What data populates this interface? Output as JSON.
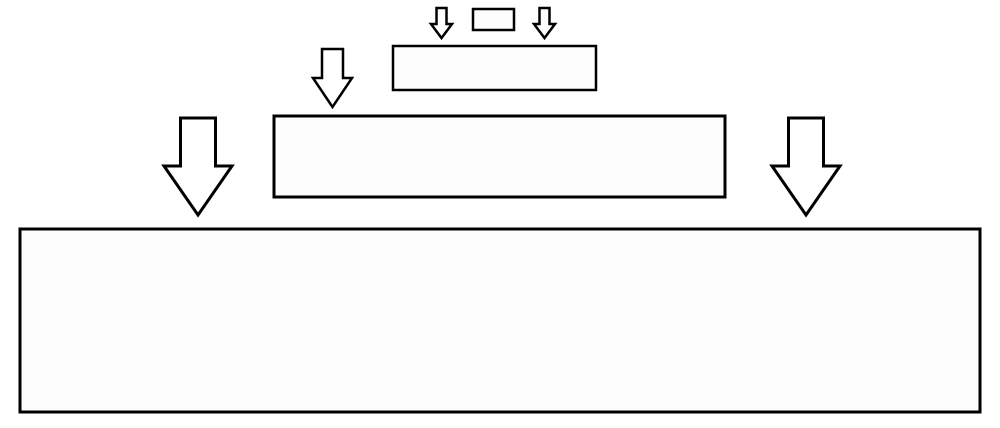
{
  "diagram": {
    "stroke_color": "#000000",
    "box_fill": "#fdfdfd",
    "arrow_fill": "#ffffff",
    "boxes": [
      "tier-1",
      "tier-2",
      "tier-3",
      "tier-4"
    ],
    "arrows": [
      {
        "icon": "down-arrow-icon",
        "target": "tier-2"
      },
      {
        "icon": "down-arrow-icon",
        "target": "tier-2"
      },
      {
        "icon": "down-arrow-icon",
        "target": "tier-3"
      },
      {
        "icon": "down-arrow-icon",
        "target": "tier-4"
      },
      {
        "icon": "down-arrow-icon",
        "target": "tier-4"
      }
    ]
  }
}
